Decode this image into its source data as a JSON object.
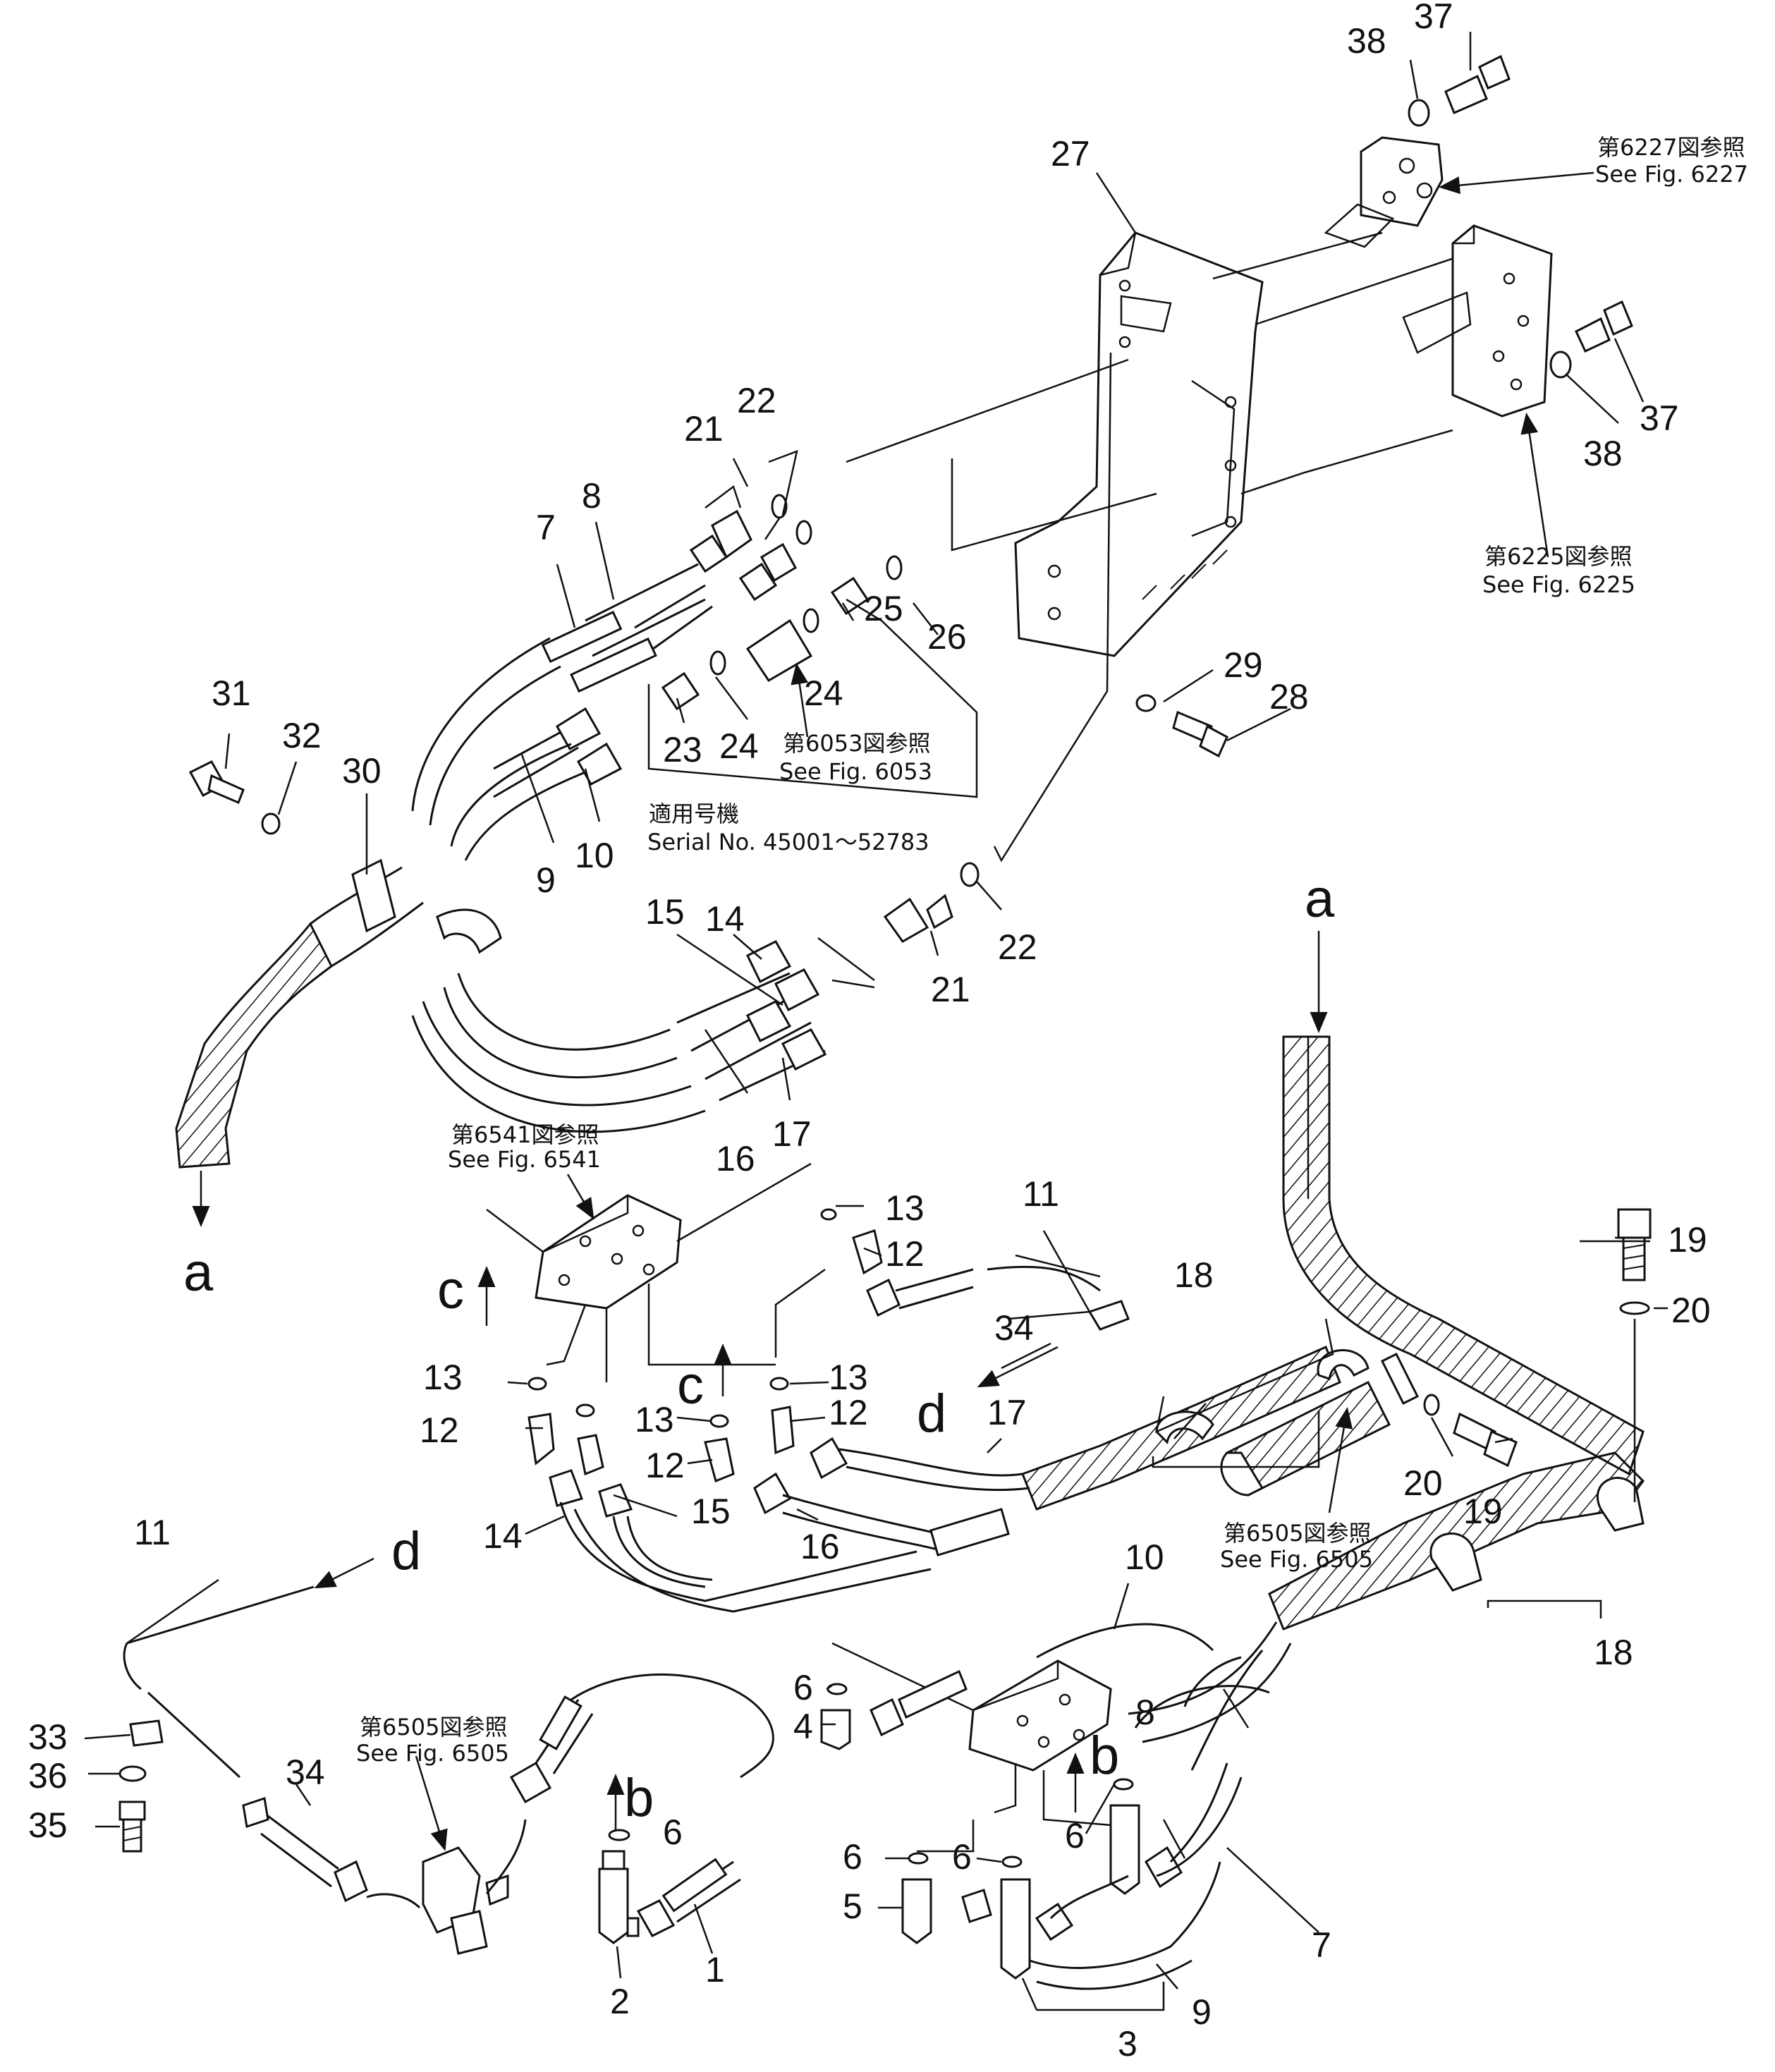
{
  "diagram": {
    "callouts": [
      "1",
      "2",
      "3",
      "4",
      "5",
      "6",
      "7",
      "8",
      "9",
      "10",
      "11",
      "12",
      "13",
      "14",
      "15",
      "16",
      "17",
      "18",
      "19",
      "20",
      "21",
      "22",
      "23",
      "24",
      "25",
      "26",
      "27",
      "28",
      "29",
      "30",
      "31",
      "32",
      "33",
      "34",
      "35",
      "36",
      "37",
      "38"
    ],
    "connection_letters": [
      "a",
      "b",
      "c",
      "d"
    ],
    "references": [
      {
        "jp": "第6227図参照",
        "en": "See Fig. 6227"
      },
      {
        "jp": "第6225図参照",
        "en": "See Fig. 6225"
      },
      {
        "jp": "第6053図参照",
        "en": "See Fig. 6053"
      },
      {
        "jp": "第6541図参照",
        "en": "See Fig. 6541"
      },
      {
        "jp": "第6505図参照",
        "en": "See Fig. 6505"
      },
      {
        "jp": "第6505図参照",
        "en": "See Fig. 6505"
      }
    ],
    "serial_note": {
      "jp": "適用号機",
      "en": "Serial No. 45001～52783"
    }
  }
}
